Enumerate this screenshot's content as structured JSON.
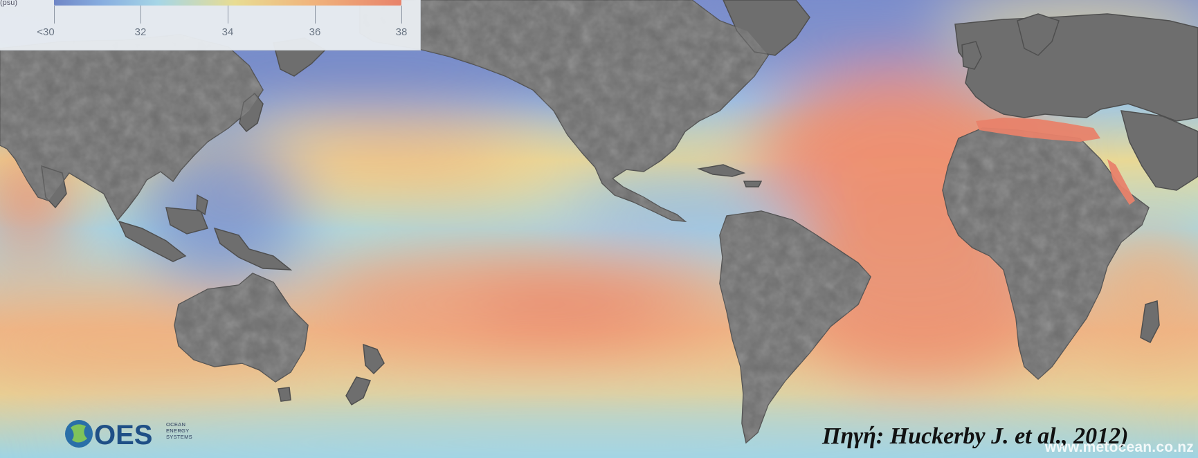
{
  "legend": {
    "unit": "(psu)",
    "ticks": [
      "<30",
      "32",
      "34",
      "36",
      "38"
    ],
    "colors": [
      "#6f86c6",
      "#88aee0",
      "#a6d6e6",
      "#e8dc92",
      "#f0b47c",
      "#e8826a"
    ]
  },
  "logo": {
    "mark": "OES",
    "line1": "OCEAN",
    "line2": "ENERGY",
    "line3": "SYSTEMS"
  },
  "source_text": "Πηγή: Huckerby J. et al., 2012)",
  "watermark": "www.metocean.co.nz",
  "colors": {
    "land": "#6f6f6f",
    "low_salinity": "#7486c6",
    "mid_salinity": "#a6d6e6",
    "high_salinity": "#ee9070"
  }
}
